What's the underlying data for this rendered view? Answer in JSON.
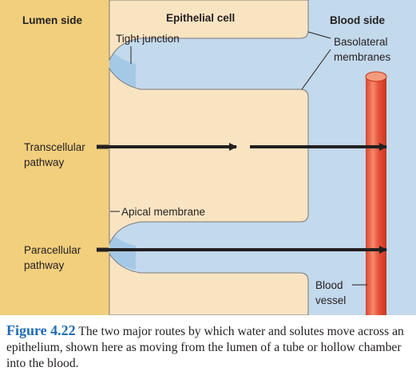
{
  "header": {
    "lumen_side": "Lumen side",
    "epithelial_cell": "Epithelial cell",
    "blood_side": "Blood side"
  },
  "labels": {
    "tight_junction": "Tight junction",
    "basolateral_line1": "Basolateral",
    "basolateral_line2": "membranes",
    "transcellular_line1": "Transcellular",
    "transcellular_line2": "pathway",
    "apical_membrane": "Apical membrane",
    "paracellular_line1": "Paracellular",
    "paracellular_line2": "pathway",
    "blood_vessel_line1": "Blood",
    "blood_vessel_line2": "vessel"
  },
  "caption": {
    "figure_number": "Figure 4.22",
    "text": "The two major routes by which water and solutes move across an epithelium, shown here as moving from the lumen of a tube or hollow chamber into the blood."
  },
  "colors": {
    "lumen": "#f1cf7d",
    "cell": "#f9e4c2",
    "blood_side": "#c3d9ec",
    "junction": "#a4c9e6",
    "vessel": "#e8543e",
    "vessel_highlight": "#f59a7c",
    "arrow": "#231f20",
    "figure_number": "#1f6cb4"
  }
}
